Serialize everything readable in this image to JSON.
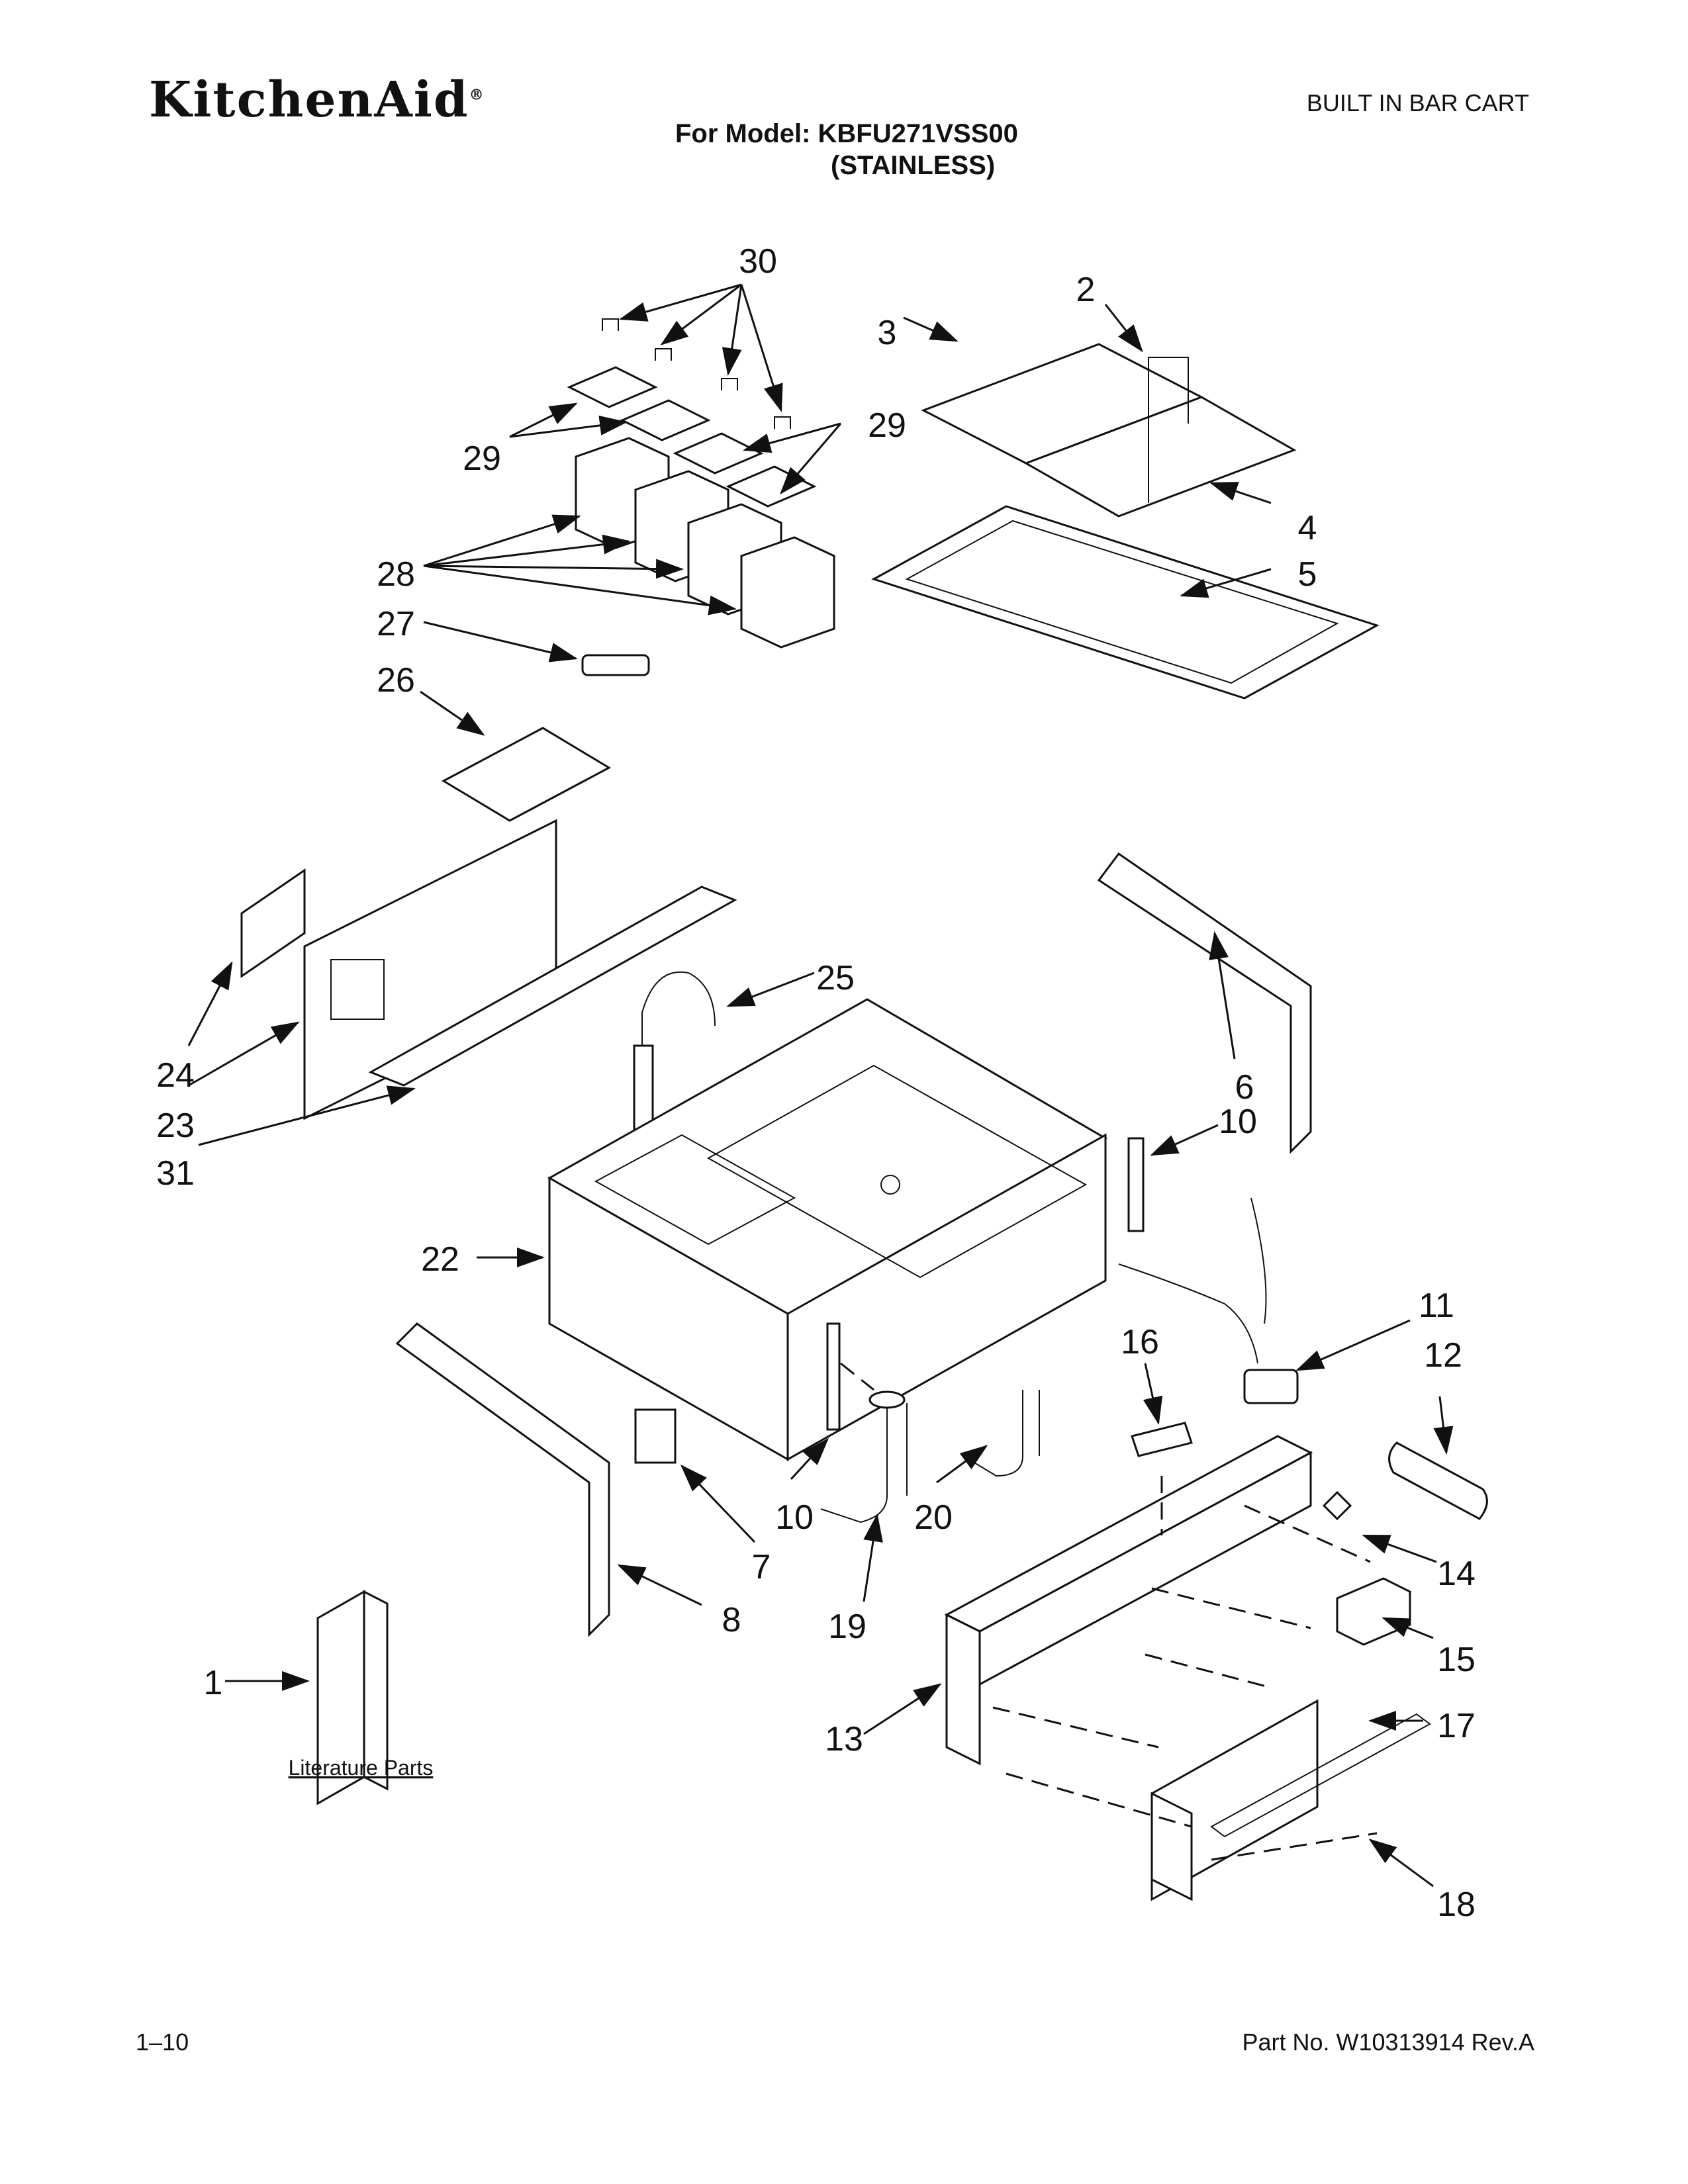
{
  "header": {
    "brand": "KitchenAid",
    "brand_mark": "®",
    "category": "BUILT IN BAR CART",
    "model_line": "For Model: KBFU271VSS00",
    "variant": "(STAINLESS)"
  },
  "callouts": [
    "30",
    "2",
    "3",
    "29",
    "29",
    "4",
    "28",
    "5",
    "27",
    "26",
    "25",
    "24",
    "6",
    "23",
    "31",
    "10",
    "22",
    "11",
    "16",
    "12",
    "10",
    "20",
    "7",
    "14",
    "8",
    "19",
    "15",
    "1",
    "13",
    "17",
    "18"
  ],
  "literature_label": "Literature Parts",
  "footer": {
    "page": "1–10",
    "part_number": "Part No. W10313914 Rev.A"
  }
}
